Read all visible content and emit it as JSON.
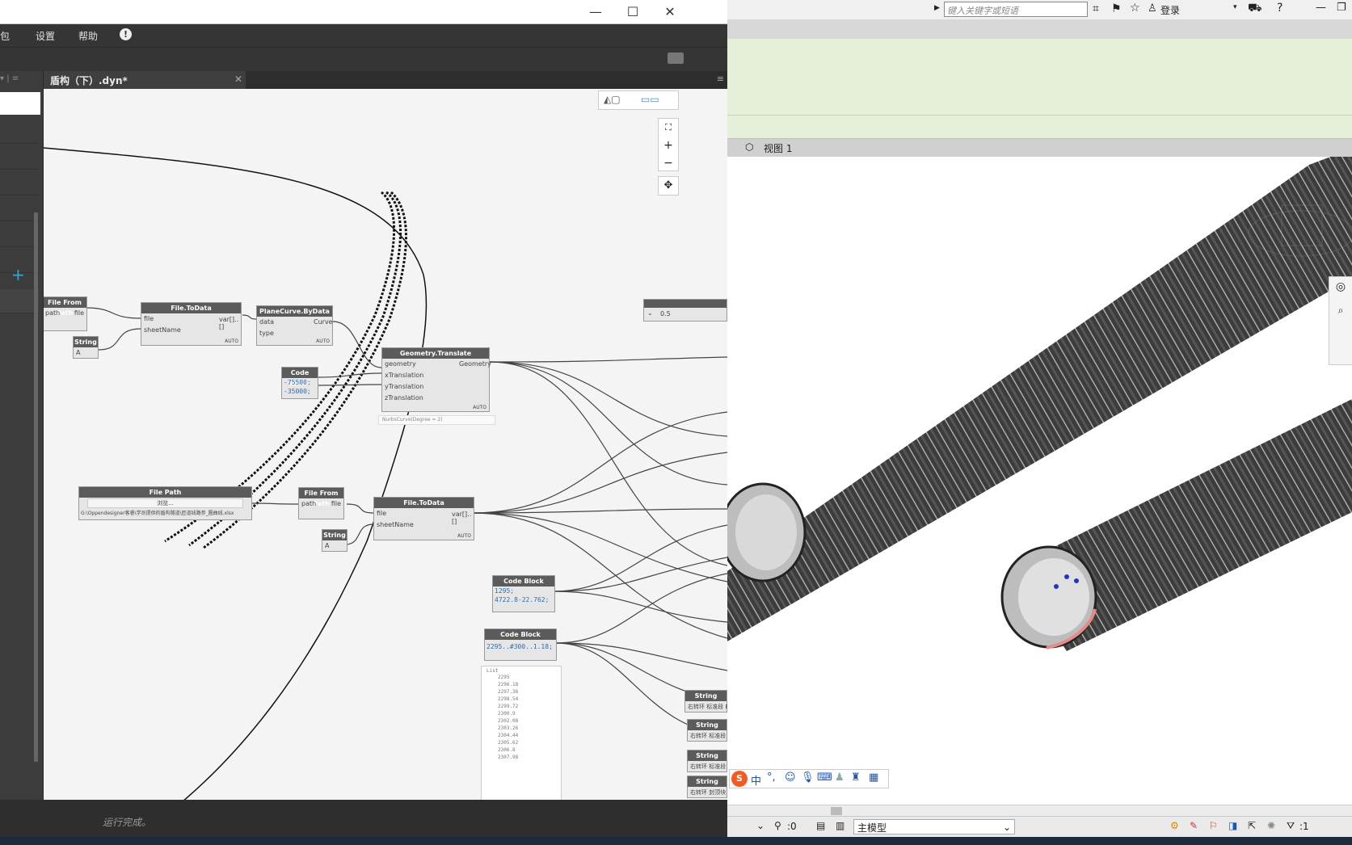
{
  "dynamo": {
    "menu": [
      "包",
      "设置",
      "帮助"
    ],
    "tab_label": "盾构（下）.dyn*",
    "status": "运行完成。",
    "nodes": {
      "file_from_path_1": {
        "title": "File From Path",
        "in": "path",
        "out": "file"
      },
      "file_todata_1": {
        "title": "File.ToData",
        "in1": "file",
        "in2": "sheetName",
        "out": "var[]..[]",
        "lacing": "AUTO"
      },
      "string_1": {
        "title": "String",
        "value": "A"
      },
      "planecurve": {
        "title": "PlaneCurve.ByData",
        "in1": "data",
        "in2": "type",
        "out": "Curve",
        "lacing": "AUTO"
      },
      "code_block_1": {
        "title": "Code Block",
        "line1": "-75500;",
        "line2": "-35000;"
      },
      "geom_translate": {
        "title": "Geometry.Translate",
        "in1": "geometry",
        "in2": "xTranslation",
        "in3": "yTranslation",
        "in4": "zTranslation",
        "out": "Geometry",
        "lacing": "AUTO",
        "preview": "NurbsCurve(Degree = 2)"
      },
      "number_slider": {
        "value": "0.5"
      },
      "file_path": {
        "title": "File Path",
        "button": "浏览...",
        "path": "G:\\Oppendesigner客睿\\学员提供的盾构隧道\\匝道线路参_圆曲线.xlsx"
      },
      "file_from_path_2": {
        "title": "File From Path",
        "in": "path",
        "out": "file"
      },
      "string_2": {
        "title": "String",
        "value": "A"
      },
      "file_todata_2": {
        "title": "File.ToData",
        "in1": "file",
        "in2": "sheetName",
        "out": "var[]..[]",
        "lacing": "AUTO"
      },
      "code_block_2": {
        "title": "Code Block",
        "line1": "1295;",
        "line2": "4722.8-22.762;"
      },
      "code_block_3": {
        "title": "Code Block",
        "line1": "2295..#300..1.18;"
      },
      "list_preview": {
        "header": "List",
        "items": [
          "2295",
          "2296.18",
          "2297.36",
          "2298.54",
          "2299.72",
          "2300.9",
          "2302.08",
          "2303.26",
          "2304.44",
          "2305.62",
          "2306.8",
          "2307.98"
        ]
      },
      "string_3": {
        "title": "String",
        "value": "右转环 标准段 B"
      },
      "string_4": {
        "title": "String",
        "value": "右转环 标准段 B"
      },
      "string_5": {
        "title": "String",
        "value": "右转环 标准段 B"
      },
      "string_6": {
        "title": "String",
        "value": "右转环 封顶块"
      }
    }
  },
  "revit": {
    "search_placeholder": "键入关键字或短语",
    "login": "登录",
    "view_tab": "视图 1",
    "status_count": ":0",
    "workset": "主模型",
    "filter_count": ":1",
    "ime_label": "中"
  },
  "colors": {
    "dynamo_dark": "#3a3a3a",
    "canvas": "#f4f4f4",
    "node_header": "#5b5b5b",
    "revit_ribbon": "#e6efd9",
    "tunnel_dark": "#3c3c3c"
  }
}
